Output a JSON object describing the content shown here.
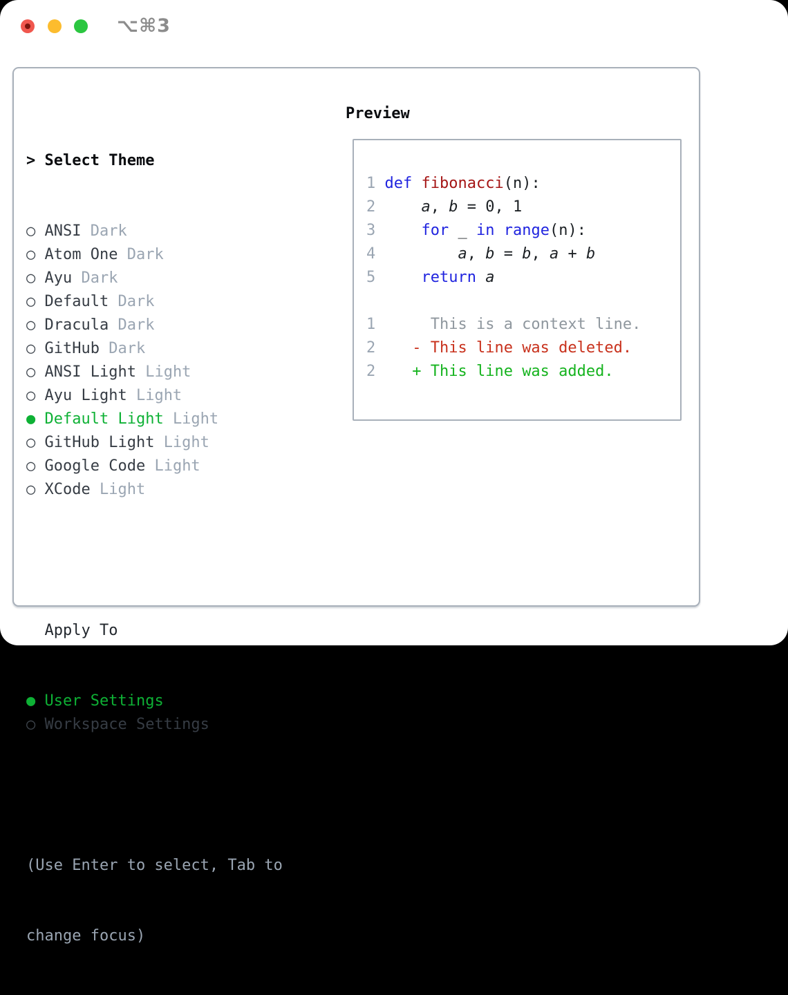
{
  "window": {
    "title": "⌥⌘3",
    "controls": [
      {
        "name": "close",
        "color": "#f0574e",
        "has_dot": true
      },
      {
        "name": "minimize",
        "color": "#fcbc2e",
        "has_dot": false
      },
      {
        "name": "zoom",
        "color": "#2bc640",
        "has_dot": false
      }
    ]
  },
  "colors": {
    "selection_green": "#0eb135",
    "keyword_blue": "#2024df",
    "function_maroon": "#a51515",
    "diff_red": "#c8311c",
    "diff_green": "#15b31e",
    "muted_gray": "#9aa5b2",
    "context_gray": "#8f979e",
    "text_dark": "#363c44",
    "border_gray": "#a8b0ba"
  },
  "theme_panel": {
    "header": {
      "marker": ">",
      "label": "Select Theme"
    },
    "items": [
      {
        "marker": "○",
        "name": "ANSI",
        "variant": "Dark",
        "selected": false
      },
      {
        "marker": "○",
        "name": "Atom One",
        "variant": "Dark",
        "selected": false
      },
      {
        "marker": "○",
        "name": "Ayu",
        "variant": "Dark",
        "selected": false
      },
      {
        "marker": "○",
        "name": "Default",
        "variant": "Dark",
        "selected": false
      },
      {
        "marker": "○",
        "name": "Dracula",
        "variant": "Dark",
        "selected": false
      },
      {
        "marker": "○",
        "name": "GitHub",
        "variant": "Dark",
        "selected": false
      },
      {
        "marker": "○",
        "name": "ANSI Light",
        "variant": "Light",
        "selected": false
      },
      {
        "marker": "○",
        "name": "Ayu Light",
        "variant": "Light",
        "selected": false
      },
      {
        "marker": "●",
        "name": "Default Light",
        "variant": "Light",
        "selected": true
      },
      {
        "marker": "○",
        "name": "GitHub Light",
        "variant": "Light",
        "selected": false
      },
      {
        "marker": "○",
        "name": "Google Code",
        "variant": "Light",
        "selected": false
      },
      {
        "marker": "○",
        "name": "XCode",
        "variant": "Light",
        "selected": false
      }
    ],
    "apply_to": {
      "label": "Apply To",
      "options": [
        {
          "marker": "●",
          "label": "User Settings",
          "selected": true
        },
        {
          "marker": "○",
          "label": "Workspace Settings",
          "selected": false
        }
      ]
    },
    "hint_lines": [
      "(Use Enter to select, Tab to",
      "change focus)"
    ]
  },
  "preview": {
    "label": "Preview",
    "lines": [
      {
        "num": "1",
        "segments": [
          {
            "t": "def",
            "c": "kw"
          },
          {
            "t": " ",
            "c": "plain"
          },
          {
            "t": "fibonacci",
            "c": "fn"
          },
          {
            "t": "(n):",
            "c": "plain"
          }
        ]
      },
      {
        "num": "2",
        "segments": [
          {
            "t": "    ",
            "c": "plain"
          },
          {
            "t": "a",
            "c": "var"
          },
          {
            "t": ", ",
            "c": "plain"
          },
          {
            "t": "b",
            "c": "var"
          },
          {
            "t": " = 0, 1",
            "c": "plain"
          }
        ]
      },
      {
        "num": "3",
        "segments": [
          {
            "t": "    ",
            "c": "plain"
          },
          {
            "t": "for",
            "c": "kw"
          },
          {
            "t": " _ ",
            "c": "plain"
          },
          {
            "t": "in",
            "c": "kw"
          },
          {
            "t": " ",
            "c": "plain"
          },
          {
            "t": "range",
            "c": "kw"
          },
          {
            "t": "(n):",
            "c": "plain"
          }
        ]
      },
      {
        "num": "4",
        "segments": [
          {
            "t": "        ",
            "c": "plain"
          },
          {
            "t": "a",
            "c": "var"
          },
          {
            "t": ", ",
            "c": "plain"
          },
          {
            "t": "b",
            "c": "var"
          },
          {
            "t": " = ",
            "c": "plain"
          },
          {
            "t": "b",
            "c": "var"
          },
          {
            "t": ", ",
            "c": "plain"
          },
          {
            "t": "a",
            "c": "var"
          },
          {
            "t": " + ",
            "c": "plain"
          },
          {
            "t": "b",
            "c": "var"
          }
        ]
      },
      {
        "num": "5",
        "segments": [
          {
            "t": "    ",
            "c": "plain"
          },
          {
            "t": "return",
            "c": "kw"
          },
          {
            "t": " ",
            "c": "plain"
          },
          {
            "t": "a",
            "c": "var"
          }
        ]
      },
      {
        "num": "",
        "segments": []
      },
      {
        "num": "1",
        "segments": [
          {
            "t": "     ",
            "c": "plain"
          },
          {
            "t": "This is a context line.",
            "c": "ctx"
          }
        ]
      },
      {
        "num": "2",
        "segments": [
          {
            "t": "   ",
            "c": "plain"
          },
          {
            "t": "- This line was deleted.",
            "c": "del"
          }
        ]
      },
      {
        "num": "2",
        "segments": [
          {
            "t": "   ",
            "c": "plain"
          },
          {
            "t": "+ This line was added.",
            "c": "add"
          }
        ]
      }
    ]
  }
}
